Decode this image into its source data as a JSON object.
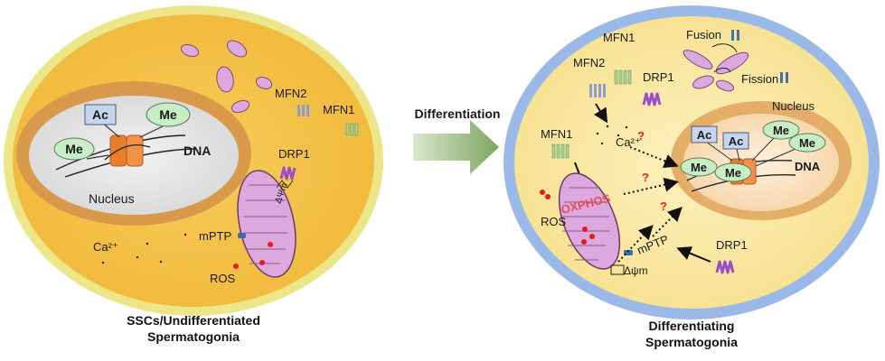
{
  "left_cell": {
    "nucleus_label": "Nucleus",
    "dna_label": "DNA",
    "acetyl_label": "Ac",
    "methyl_label": "Me",
    "mfn2_label": "MFN2",
    "mfn1_label": "MFN1",
    "drp1_label": "DRP1",
    "mptp_label": "mPTP",
    "ros_label": "ROS",
    "calcium_label": "Ca²⁺",
    "membrane_potential_label": "ΔΨm",
    "caption_line1": "SSCs/Undifferentiated",
    "caption_line2": "Spermatogonia"
  },
  "transition": {
    "label": "Differentiation"
  },
  "right_cell": {
    "fusion_label": "Fusion",
    "fission_label": "Fission",
    "mfn1_top_label": "MFN1",
    "mfn2_label": "MFN2",
    "drp1_top_label": "DRP1",
    "mfn1_label": "MFN1",
    "calcium_label": "Ca²⁺",
    "nucleus_label": "Nucleus",
    "dna_label": "DNA",
    "acetyl_label": "Ac",
    "methyl_label": "Me",
    "ros_label": "ROS",
    "oxphos_label": "OXPHOS",
    "mptp_label": "mPTP",
    "drp1_bottom_label": "DRP1",
    "membrane_potential_label": "Δψm",
    "question_mark": "?",
    "caption_line1": "Differentiating",
    "caption_line2": "Spermatogonia"
  },
  "colors": {
    "left_cytoplasm": "#f4c24a",
    "left_membrane": "#ece689",
    "right_cytoplasm": "#fbe9a6",
    "right_membrane": "#9bb9e8",
    "nucleus_outer": "#d89a4a",
    "nucleus_inner_left": "#e6e6e6",
    "nucleus_inner_right": "#fbe3c5",
    "histone": "#e87d2a",
    "mitochondria": "#dca8dd",
    "acetyl_box": "#c5d5ee",
    "methyl_oval": "#c7edc4",
    "ros": "#e01b1b",
    "oxphos": "#e05050",
    "arrow_green": "#8faf72",
    "question": "#e0261e",
    "mfn2": "#8e9ecb",
    "mfn1": "#a8d59a",
    "drp1": "#9a4fc9"
  }
}
